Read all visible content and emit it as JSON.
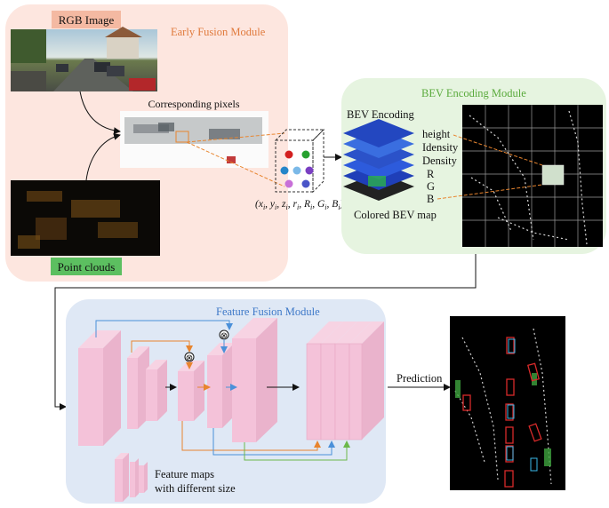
{
  "early_fusion": {
    "title": "Early Fusion  Module",
    "rgb_label": "RGB Image",
    "pixels_label": "Corresponding pixels",
    "pointcloud_label": "Point clouds",
    "vector_label": "(x_i, y_i, z_i, r_i, R_i, G_i, B_i)"
  },
  "bev_module": {
    "title": "BEV Encoding  Module",
    "stack_title": "BEV Encoding",
    "channels": [
      "height",
      "Idensity",
      "Density",
      "R",
      "G",
      "B"
    ],
    "map_label": "Colored BEV map"
  },
  "feature_fusion": {
    "title": "Feature Fusion Module",
    "legend_label_1": "Feature maps",
    "legend_label_2": "with different size",
    "multiply_symbol": "⊗"
  },
  "prediction": {
    "label": "Prediction"
  },
  "colors": {
    "early_bg": "#fde6df",
    "bev_bg": "#e6f4e0",
    "fusion_bg": "#dfe8f5",
    "early_title": "#e07a3c",
    "bev_title": "#5aaa3c",
    "fusion_title": "#3d78c8",
    "pink_block": "#f4c2d9",
    "orange_line": "#e8852f",
    "blue_line": "#4a90d9",
    "green_line": "#6cb84a"
  }
}
